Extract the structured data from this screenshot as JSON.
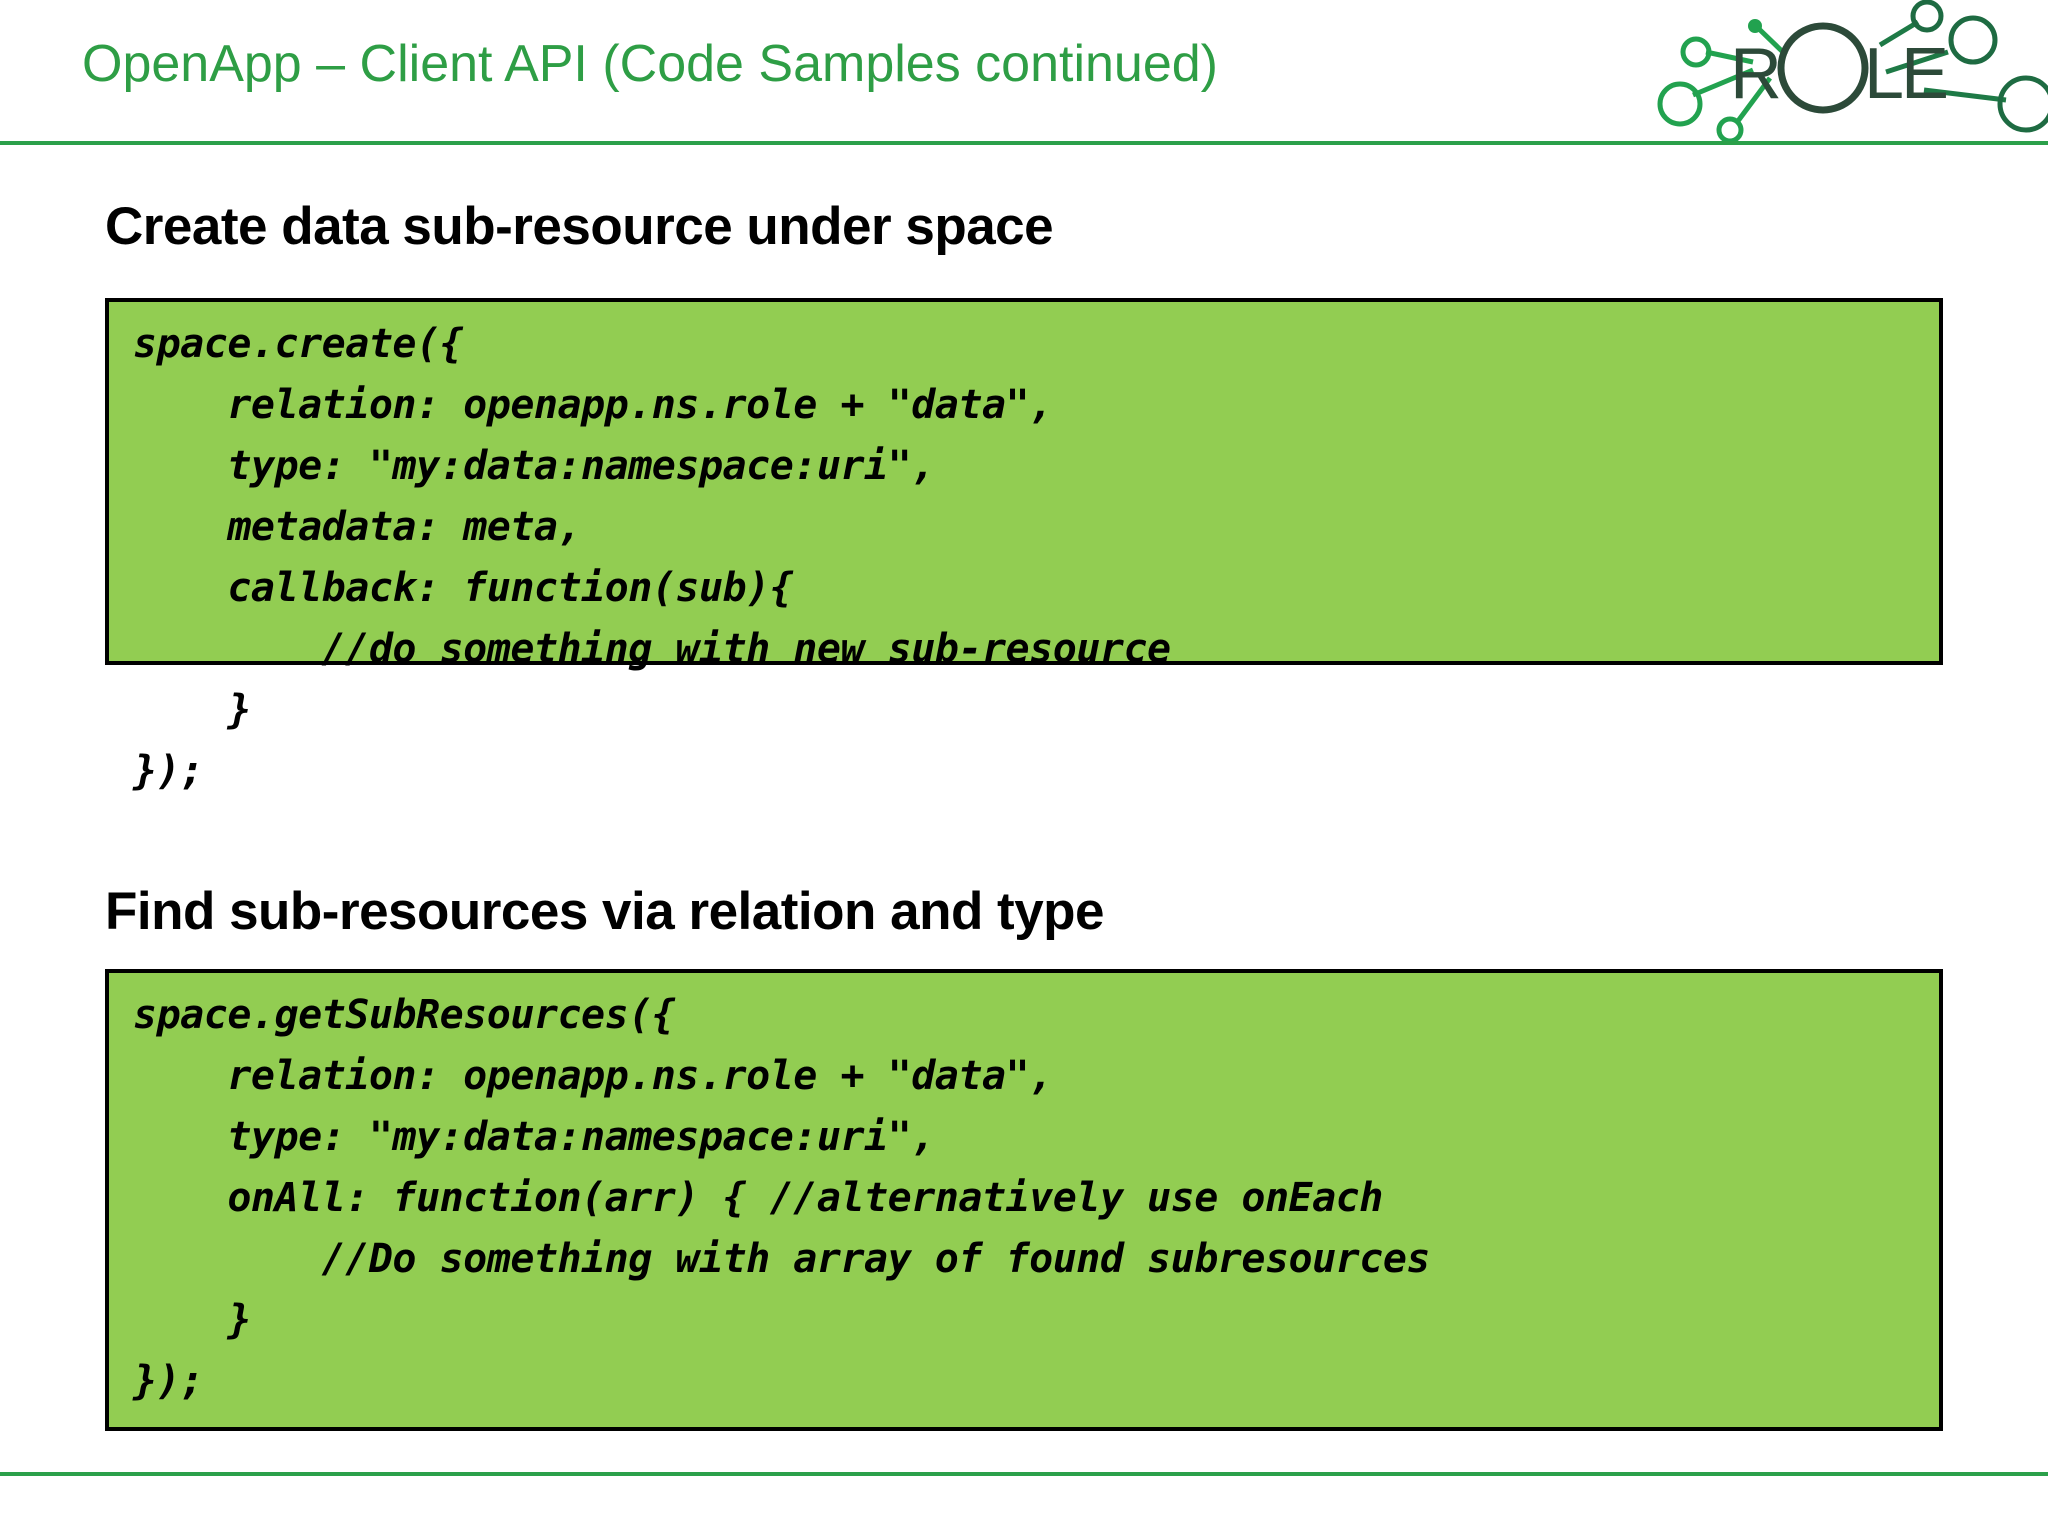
{
  "header": {
    "title": "OpenApp – Client API (Code Samples continued)",
    "title_color": "#2E9E45",
    "rule_color": "#2BA04A",
    "logo": {
      "name": "role-logo",
      "letters": "ROLE",
      "alt": "ROLE network logo"
    }
  },
  "footer": {
    "rule_color": "#2BA04A"
  },
  "theme": {
    "code_background": "#92CD52",
    "code_border": "#000000",
    "heading_color": "#000000",
    "page_background": "#FFFFFF"
  },
  "sections": [
    {
      "id": "create",
      "heading": "Create data sub-resource under space",
      "code_lines": [
        "space.create({",
        "    relation: openapp.ns.role + \"data\",",
        "    type: \"my:data:namespace:uri\",",
        "    metadata: meta,",
        "    callback: function(sub){",
        "        //do something with new sub-resource",
        "    }",
        "});"
      ]
    },
    {
      "id": "find",
      "heading": "Find sub-resources via relation and type",
      "code_lines": [
        "space.getSubResources({",
        "    relation: openapp.ns.role + \"data\",",
        "    type: \"my:data:namespace:uri\",",
        "    onAll: function(arr) { //alternatively use onEach",
        "        //Do something with array of found subresources",
        "    }",
        "});"
      ]
    }
  ]
}
